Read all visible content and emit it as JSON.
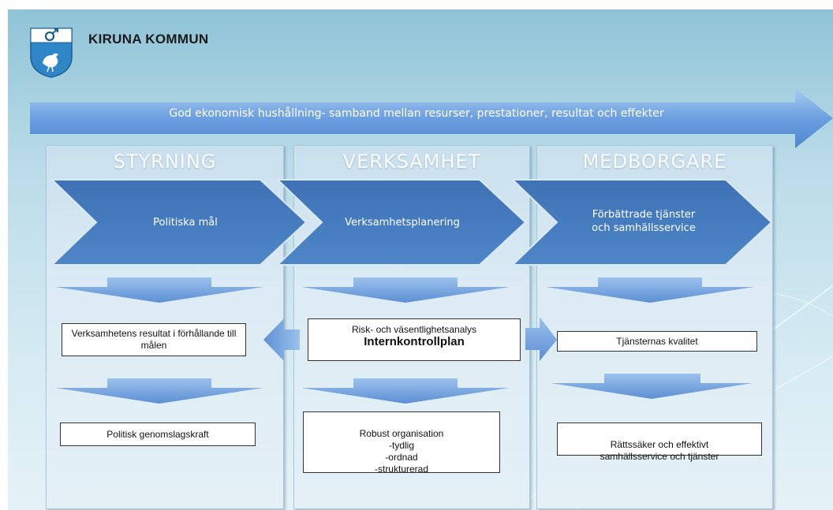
{
  "header": {
    "org_name": "KIRUNA KOMMUN"
  },
  "banner": {
    "text": "God ekonomisk hushållning- samband mellan resurser, prestationer, resultat och effekter"
  },
  "columns": [
    {
      "title": "STYRNING",
      "chevron": "Politiska mål",
      "box1": "Verksamhetens resultat i förhållande till målen",
      "box2": "Politisk genomslagskraft"
    },
    {
      "title": "VERKSAMHET",
      "chevron": "Verksamhetsplanering",
      "box1_line1": "Risk- och väsentlighetsanalys",
      "box1_line2": "Internkontrollplan",
      "box2": "Robust organisation\n-tydlig\n-ordnad\n-strukturerad"
    },
    {
      "title": "MEDBORGARE",
      "chevron": "Förbättrade tjänster\noch samhällsservice",
      "box1": "Tjänsternas  kvalitet",
      "box2": "Rättssäker och effektivt\nsamhällsservice och tjänster"
    }
  ],
  "colors": {
    "chevron": "#4a7fc0",
    "arrow": "#6e9ad3",
    "background": "#b9dbe8"
  }
}
